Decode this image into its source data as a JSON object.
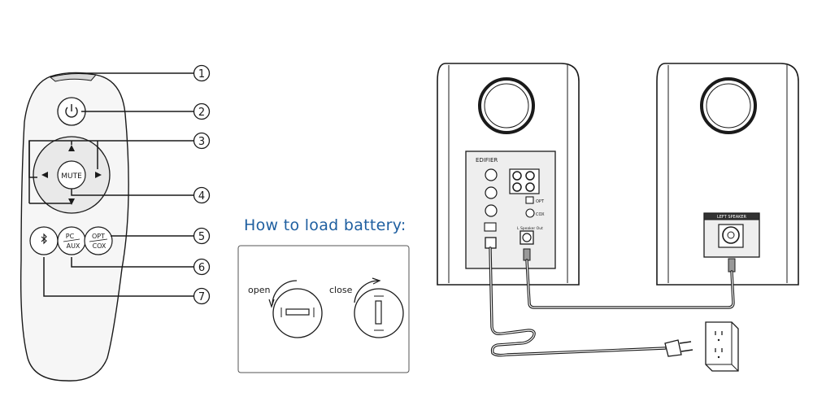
{
  "remote": {
    "callouts": [
      "1",
      "2",
      "3",
      "4",
      "5",
      "6",
      "7"
    ],
    "buttons": {
      "mute": "MUTE",
      "pc": "PC",
      "aux": "AUX",
      "opt": "OPT",
      "cox": "COX"
    }
  },
  "battery": {
    "title": "How to load battery:",
    "open_label": "open",
    "close_label": "close"
  },
  "speakers": {
    "brand": "EDIFIER",
    "opt_label": "OPT",
    "cox_label": "COX",
    "speaker_out_label": "L Speaker Out",
    "left_speaker_label": "LEFT SPEAKER"
  },
  "colors": {
    "line": "#1a1a1a",
    "title": "#1f5fa0",
    "remote_fill": "#f6f6f6",
    "panel_fill": "#eeeeee"
  }
}
